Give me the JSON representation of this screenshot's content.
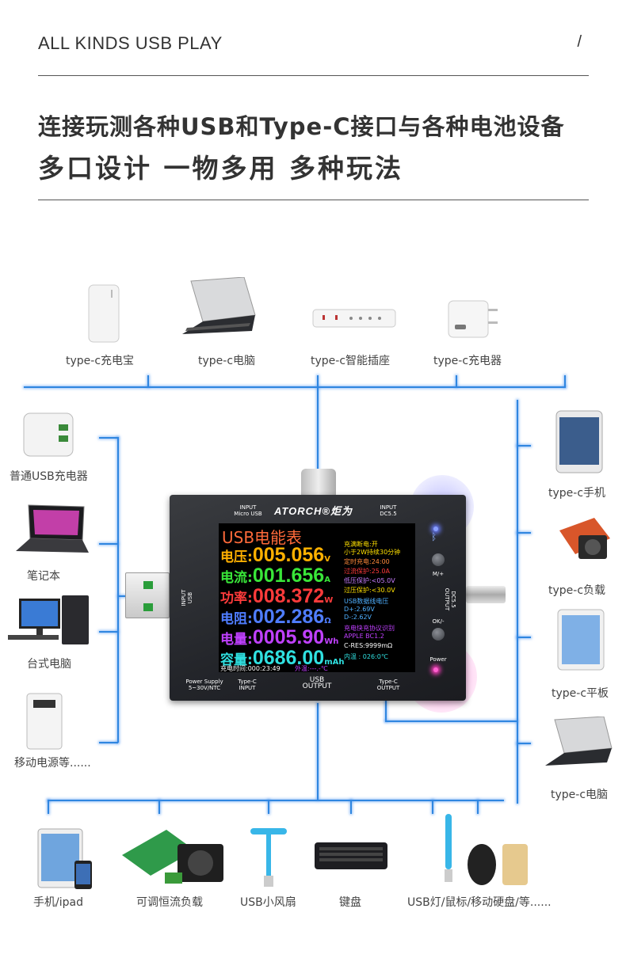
{
  "header": {
    "title": "ALL KINDS USB PLAY",
    "slash": "/"
  },
  "headline": {
    "line1": "连接玩测各种USB和Type-C接口与各种电池设备",
    "line2": "多口设计 一物多用 多种玩法"
  },
  "colors": {
    "wire": "#2f86e0",
    "text": "#333333"
  },
  "top_devices": [
    {
      "label": "type-c充电宝",
      "icon": "power-bank-icon"
    },
    {
      "label": "type-c电脑",
      "icon": "laptop-icon"
    },
    {
      "label": "type-c智能插座",
      "icon": "power-strip-icon"
    },
    {
      "label": "type-c充电器",
      "icon": "charger-icon"
    }
  ],
  "left_devices": [
    {
      "label": "普通USB充电器",
      "icon": "usb-charger-icon"
    },
    {
      "label": "笔记本",
      "icon": "notebook-icon"
    },
    {
      "label": "台式电脑",
      "icon": "desktop-pc-icon"
    },
    {
      "label": "移动电源等......",
      "icon": "power-bank-icon"
    }
  ],
  "right_devices": [
    {
      "label": "type-c手机",
      "icon": "phone-icon"
    },
    {
      "label": "type-c负载",
      "icon": "load-board-icon"
    },
    {
      "label": "type-c平板",
      "icon": "tablet-icon"
    },
    {
      "label": "type-c电脑",
      "icon": "laptop-icon"
    }
  ],
  "bottom_devices": [
    {
      "label": "手机/ipad",
      "icon": "ipad-phone-icon"
    },
    {
      "label": "可调恒流负载",
      "icon": "load-board-icon"
    },
    {
      "label": "USB小风扇",
      "icon": "usb-fan-icon"
    },
    {
      "label": "键盘",
      "icon": "keyboard-icon"
    },
    {
      "label": "USB灯/鼠标/移动硬盘/等......",
      "icon": "usb-accessories-icon"
    }
  ],
  "meter": {
    "brand": "ATORCH®炬为",
    "top_left_port": "INPUT\nMicro USB",
    "top_right_port": "INPUT\nDC5.5",
    "left_port": "INPUT\nUSB",
    "right_port": "DC5.5\nOUTPUT",
    "bottom_ports": [
      "Power Supply\n5~30V/NTC",
      "Type-C\nINPUT",
      "USB\nOUTPUT",
      "Type-C\nOUTPUT"
    ],
    "button_mplus": "M/+",
    "button_ok": "OK/-",
    "power_label": "Power",
    "screen": {
      "title": "USB电能表",
      "rows": [
        {
          "name": "电压:",
          "value": "005.056",
          "unit": "V",
          "color": "#ffb000"
        },
        {
          "name": "电流:",
          "value": "001.656",
          "unit": "A",
          "color": "#39e639"
        },
        {
          "name": "功率:",
          "value": "008.372",
          "unit": "W",
          "color": "#ff3b3b"
        },
        {
          "name": "电阻:",
          "value": "002.286",
          "unit": "Ω",
          "color": "#4f7dff"
        },
        {
          "name": "电量:",
          "value": "0005.90",
          "unit": "Wh",
          "color": "#c040ff"
        },
        {
          "name": "容量:",
          "value": "0686.00",
          "unit": "mAh",
          "color": "#2fe0e0"
        }
      ],
      "footer_time": "充电时间:000:23:49",
      "footer_temp": "外温:---.-℃",
      "side": {
        "full_stop": "充满断电:开",
        "full_stop_sub": "小于2W持续30分钟",
        "timer": "定时充电:24:00",
        "over_current": "过流保护:25.0A",
        "low_voltage": "低压保护:<05.0V",
        "over_voltage": "过压保护:<30.0V",
        "usb_data_title": "USB数据线电压",
        "d_plus": "D+:2.69V",
        "d_minus": "D-:2.62V",
        "protocol_title": "充电快充协议识别",
        "protocol_value": "APPLE     BC1.2",
        "cres": "C-RES:9999mΩ",
        "inner_temp": "内温 : 026:0℃"
      }
    }
  }
}
